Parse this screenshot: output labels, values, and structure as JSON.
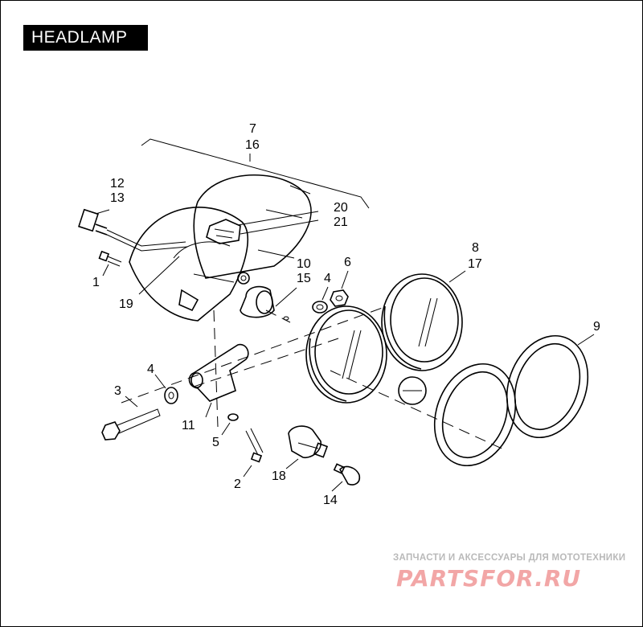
{
  "title": "HEADLAMP",
  "callouts": [
    {
      "id": "c1",
      "text": "1"
    },
    {
      "id": "c2",
      "text": "2"
    },
    {
      "id": "c3",
      "text": "3"
    },
    {
      "id": "c4a",
      "text": "4"
    },
    {
      "id": "c4b",
      "text": "4"
    },
    {
      "id": "c5",
      "text": "5"
    },
    {
      "id": "c6",
      "text": "6"
    },
    {
      "id": "c7",
      "text": "7"
    },
    {
      "id": "c16",
      "text": "16"
    },
    {
      "id": "c8",
      "text": "8"
    },
    {
      "id": "c17",
      "text": "17"
    },
    {
      "id": "c9",
      "text": "9"
    },
    {
      "id": "c10",
      "text": "10"
    },
    {
      "id": "c15",
      "text": "15"
    },
    {
      "id": "c11",
      "text": "11"
    },
    {
      "id": "c12",
      "text": "12"
    },
    {
      "id": "c13",
      "text": "13"
    },
    {
      "id": "c14",
      "text": "14"
    },
    {
      "id": "c18",
      "text": "18"
    },
    {
      "id": "c19",
      "text": "19"
    },
    {
      "id": "c20",
      "text": "20"
    },
    {
      "id": "c21",
      "text": "21"
    }
  ],
  "watermark": {
    "caption": "ЗАПЧАСТИ И АКСЕССУАРЫ ДЛЯ МОТОТЕХНИКИ",
    "logo": "PARTSFOR.RU",
    "logo_color": "#f2a6a6"
  }
}
